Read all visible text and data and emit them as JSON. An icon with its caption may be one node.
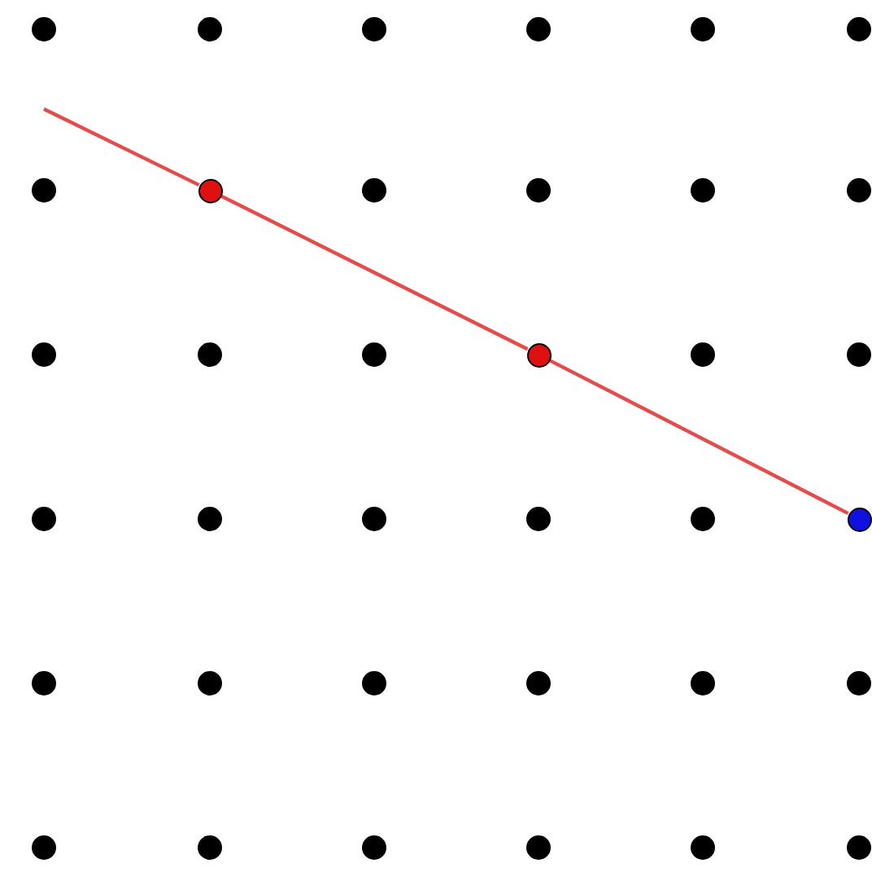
{
  "diagram": {
    "nodes": [
      {
        "text": [],
        "shape": "circle"
      },
      {
        "text": [],
        "shape": "circle"
      },
      {
        "text": [],
        "shape": "circle"
      }
    ],
    "edges": [
      {
        "from": null,
        "to": 0,
        "arrow": "none"
      },
      {
        "from": 0,
        "to": 1,
        "arrow": "none"
      },
      {
        "from": 1,
        "to": 2,
        "arrow": "none"
      }
    ]
  }
}
